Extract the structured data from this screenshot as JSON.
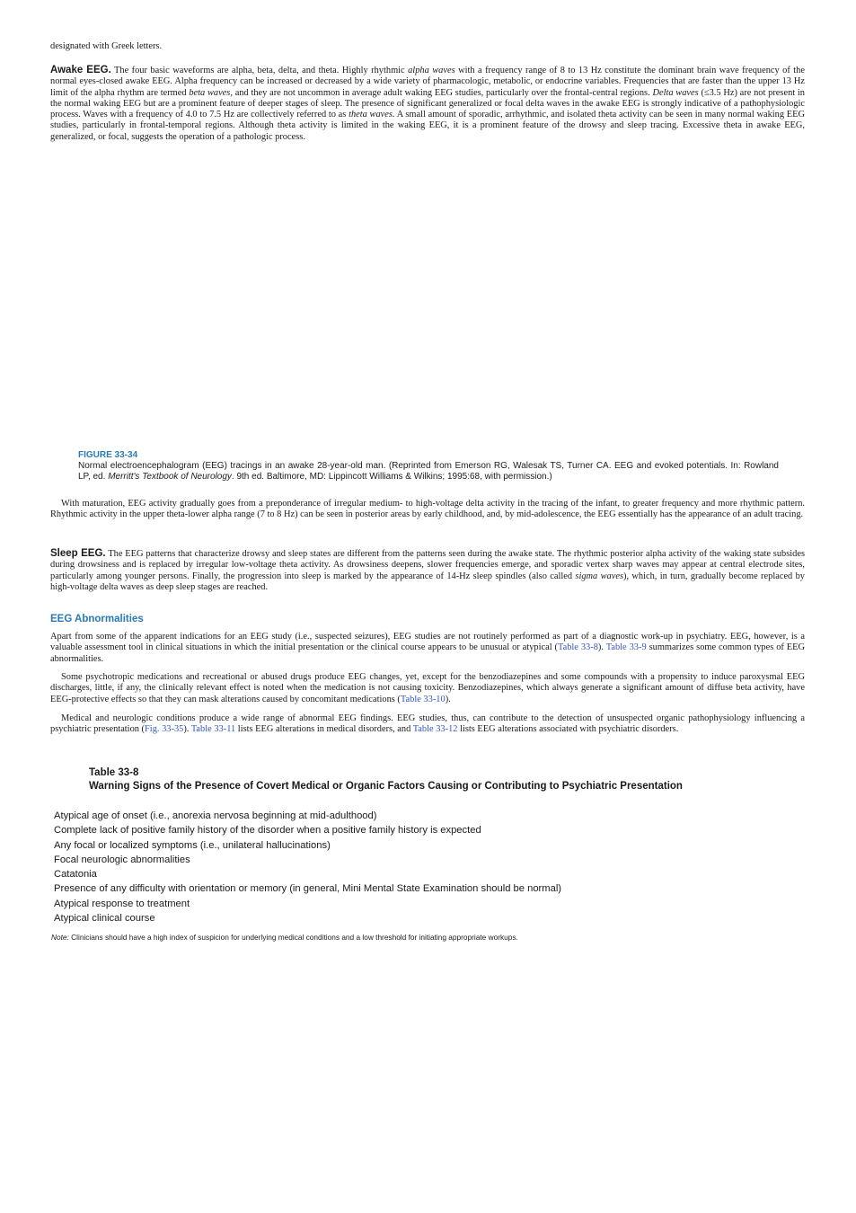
{
  "intro_line": "designated with Greek letters.",
  "awake": {
    "heading": "Awake EEG.",
    "t1": " The four basic waveforms are alpha, beta, delta, and theta. Highly rhythmic ",
    "alpha_term": "alpha waves",
    "t2": " with a frequency range of 8 to 13 Hz constitute the dominant brain wave frequency of the normal eyes-closed awake EEG. Alpha frequency can be increased or decreased by a wide variety of pharmacologic, metabolic, or endocrine variables. Frequencies that are faster than the upper 13 Hz limit of the alpha rhythm are termed ",
    "beta_term": "beta waves,",
    "t3": " and they are not uncommon in average adult waking EEG studies, particularly over the frontal-central regions. ",
    "delta_term": "Delta waves",
    "t4": " (≤3.5 Hz) are not present in the normal waking EEG but are a prominent feature of deeper stages of sleep. The presence of significant generalized or focal delta waves in the awake EEG is strongly indicative of a pathophysiologic process. Waves with a frequency of 4.0 to 7.5 Hz are collectively referred to as ",
    "theta_term": "theta waves.",
    "t5": " A small amount of sporadic, arrhythmic, and isolated theta activity can be seen in many normal waking EEG studies, particularly in frontal-temporal regions. Although theta activity is limited in the waking EEG, it is a prominent feature of the drowsy and sleep tracing. Excessive theta in awake EEG, generalized, or focal, suggests the operation of a pathologic process."
  },
  "figure": {
    "label": "FIGURE 33-34",
    "caption_a": "Normal electroencephalogram (EEG) tracings in an awake 28-year-old man. (Reprinted from Emerson RG, Walesak TS, Turner CA. EEG and evoked potentials. In: Rowland LP, ed. ",
    "caption_book": "Merritt's Textbook of Neurology",
    "caption_b": ". 9th ed. Baltimore, MD: Lippincott Williams & Wilkins; 1995:68, with permission.)"
  },
  "maturation": "With maturation, EEG activity gradually goes from a preponderance of irregular medium- to high-voltage delta activity in the tracing of the infant, to greater frequency and more rhythmic pattern. Rhythmic activity in the upper theta-lower alpha range (7 to 8 Hz) can be seen in posterior areas by early childhood, and, by mid-adolescence, the EEG essentially has the appearance of an adult tracing.",
  "sleep": {
    "heading": "Sleep EEG.",
    "t1": " The EEG patterns that characterize drowsy and sleep states are different from the patterns seen during the awake state. The rhythmic posterior alpha activity of the waking state subsides during drowsiness and is replaced by irregular low-voltage theta activity. As drowsiness deepens, slower frequencies emerge, and sporadic vertex sharp waves may appear at central electrode sites, particularly among younger persons. Finally, the progression into sleep is marked by the appearance of 14-Hz sleep spindles (also called ",
    "sigma_term": "sigma waves",
    "t2": "), which, in turn, gradually become replaced by high-voltage delta waves as deep sleep stages are reached."
  },
  "abnormalities": {
    "heading": "EEG Abnormalities",
    "p1a": "Apart from some of the apparent indications for an EEG study (i.e., suspected seizures), EEG studies are not routinely performed as part of a diagnostic work-up in psychiatry. EEG, however, is a valuable assessment tool in clinical situations in which the initial presentation or the clinical course appears to be unusual or atypical (",
    "link_338": "Table 33-8",
    "p1b": "). ",
    "link_339": "Table 33-9",
    "p1c": " summarizes some common types of EEG abnormalities.",
    "p2a": "Some psychotropic medications and recreational or abused drugs produce EEG changes, yet, except for the benzodiazepines and some compounds with a propensity to induce paroxysmal EEG discharges, little, if any, the clinically relevant effect is noted when the medication is not causing toxicity. Benzodiazepines, which always generate a significant amount of diffuse beta activity, have EEG-protective effects so that they can mask alterations caused by concomitant medications (",
    "link_3310": "Table 33-10",
    "p2b": ").",
    "p3a": "Medical and neurologic conditions produce a wide range of abnormal EEG findings. EEG studies, thus, can contribute to the detection of unsuspected organic pathophysiology influencing a psychiatric presentation (",
    "link_fig": "Fig. 33-35",
    "p3b": "). ",
    "link_3311": "Table 33-11",
    "p3c": " lists EEG alterations in medical disorders, and ",
    "link_3312": "Table 33-12",
    "p3d": " lists EEG alterations associated with psychiatric disorders."
  },
  "table": {
    "number": "Table 33-8",
    "title": "Warning Signs of the Presence of Covert Medical or Organic Factors Causing or Contributing to Psychiatric Presentation",
    "rows": [
      "Atypical age of onset (i.e., anorexia nervosa beginning at mid-adulthood)",
      "Complete lack of positive family history of the disorder when a positive family history is expected",
      "Any focal or localized symptoms (i.e., unilateral hallucinations)",
      "Focal neurologic abnormalities",
      "Catatonia",
      "Presence of any difficulty with orientation or memory (in general, Mini Mental State Examination should be normal)",
      "Atypical response to treatment",
      "Atypical clinical course"
    ],
    "note_label": "Note:",
    "note_text": " Clinicians should have a high index of suspicion for underlying medical conditions and a low threshold for initiating appropriate workups."
  },
  "colors": {
    "accent": "#2a7ab8",
    "link": "#3355cc",
    "text": "#1a1a1a"
  }
}
